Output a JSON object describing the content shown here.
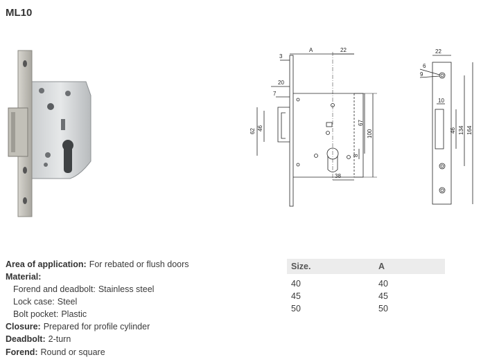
{
  "title": "ML10",
  "specs": {
    "area_label": "Area of application:",
    "area_value": "For rebated or flush doors",
    "material_label": "Material:",
    "forend_label": "Forend and deadbolt:",
    "forend_value": "Stainless steel",
    "case_label": "Lock case:",
    "case_value": "Steel",
    "pocket_label": "Bolt pocket:",
    "pocket_value": "Plastic",
    "closure_label": "Closure:",
    "closure_value": "Prepared for profile cylinder",
    "deadbolt_label": "Deadbolt:",
    "deadbolt_value": "2-turn",
    "forend2_label": "Forend:",
    "forend2_value": "Round or square"
  },
  "table": {
    "headers": [
      "Size.",
      "A"
    ],
    "rows": [
      [
        "40",
        "40"
      ],
      [
        "45",
        "45"
      ],
      [
        "50",
        "50"
      ]
    ]
  },
  "drawing": {
    "dims": {
      "d3": "3",
      "dA": "A",
      "d22": "22",
      "d20": "20",
      "d7": "7",
      "d62": "62",
      "d46": "46",
      "d67": "67",
      "d100": "100",
      "d38": "38",
      "d8": "8",
      "r22": "22",
      "r6": "6",
      "r9": "9",
      "r10": "10",
      "r46": "46",
      "r134": "134",
      "r164": "164"
    }
  }
}
